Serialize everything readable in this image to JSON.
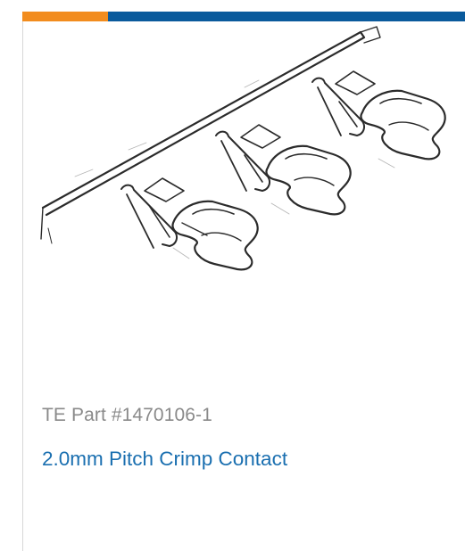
{
  "product": {
    "part_number": "TE Part #1470106-1",
    "title": "2.0mm Pitch Crimp Contact",
    "image_icon": "crimp-contact-strip-illustration"
  },
  "colors": {
    "accent_orange": "#f28c1e",
    "accent_blue": "#0a5a9c",
    "part_number_text": "#8a8a8a",
    "title_link": "#1a6fb0",
    "image_line": "#2b2b2b"
  }
}
